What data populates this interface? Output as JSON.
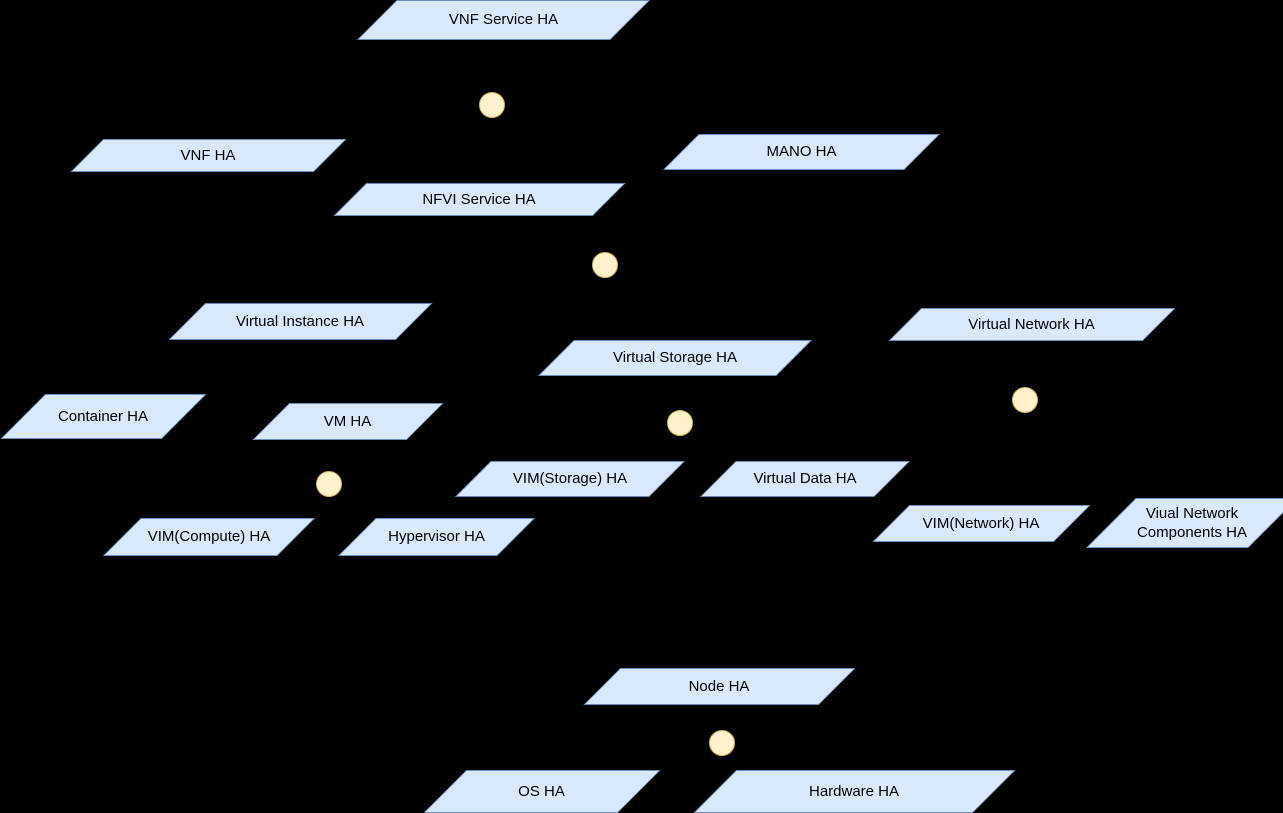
{
  "diagram": {
    "colors": {
      "background": "#000000",
      "node_fill": "#dae8fc",
      "node_stroke": "#6c8ebf",
      "junction_fill": "#fff2cc",
      "junction_stroke": "#d6b656",
      "text": "#000000"
    },
    "nodes": [
      {
        "label": "VNF Service HA"
      },
      {
        "label": "VNF HA"
      },
      {
        "label": "MANO HA"
      },
      {
        "label": "NFVI Service HA"
      },
      {
        "label": "Virtual Instance HA"
      },
      {
        "label": "Virtual Network HA"
      },
      {
        "label": "Virtual Storage HA"
      },
      {
        "label": "Container HA"
      },
      {
        "label": "VM HA"
      },
      {
        "label": "VIM(Storage) HA"
      },
      {
        "label": "Virtual Data HA"
      },
      {
        "label": "VIM(Network) HA"
      },
      {
        "label": "Viual Network\nComponents HA"
      },
      {
        "label": "VIM(Compute) HA"
      },
      {
        "label": "Hypervisor HA"
      },
      {
        "label": "Node HA"
      },
      {
        "label": "OS HA"
      },
      {
        "label": "Hardware HA"
      }
    ],
    "junction_shape": "circle-connector"
  }
}
